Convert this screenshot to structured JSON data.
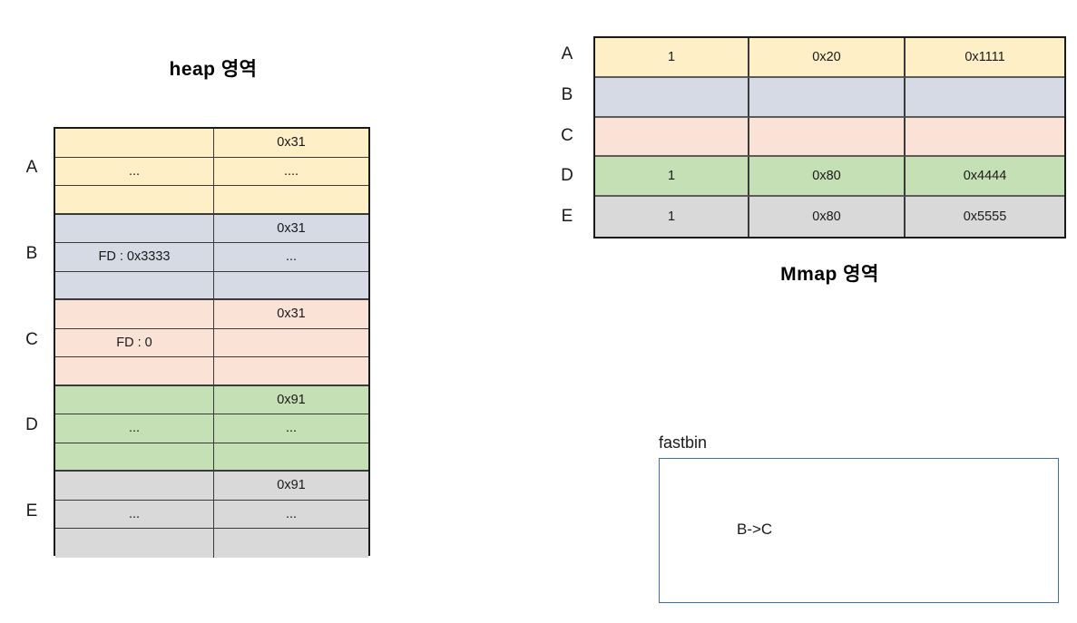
{
  "palette": {
    "yellow": "#FFEFC6",
    "blue_gray": "#D5DAE5",
    "pink": "#FAE3D6",
    "green": "#C5E0B4",
    "gray": "#D9D9D9",
    "border": "#3a3a3a",
    "fastbin_border": "#3a6ea5"
  },
  "heap": {
    "title": "heap 영역",
    "labels": [
      "A",
      "B",
      "C",
      "D",
      "E"
    ],
    "groups": [
      {
        "label": "A",
        "color": "yellow",
        "rows": [
          {
            "left": "",
            "right": "0x31"
          },
          {
            "left": "...",
            "right": "...."
          },
          {
            "left": "",
            "right": ""
          }
        ]
      },
      {
        "label": "B",
        "color": "blue_gray",
        "rows": [
          {
            "left": "",
            "right": "0x31"
          },
          {
            "left": "FD : 0x3333",
            "right": "..."
          },
          {
            "left": "",
            "right": ""
          }
        ]
      },
      {
        "label": "C",
        "color": "pink",
        "rows": [
          {
            "left": "",
            "right": "0x31"
          },
          {
            "left": "FD : 0",
            "right": ""
          },
          {
            "left": "",
            "right": ""
          }
        ]
      },
      {
        "label": "D",
        "color": "green",
        "rows": [
          {
            "left": "",
            "right": "0x91"
          },
          {
            "left": "...",
            "right": "..."
          },
          {
            "left": "",
            "right": ""
          }
        ]
      },
      {
        "label": "E",
        "color": "gray",
        "rows": [
          {
            "left": "",
            "right": "0x91"
          },
          {
            "left": "...",
            "right": "..."
          },
          {
            "left": "",
            "right": ""
          }
        ]
      }
    ]
  },
  "mmap": {
    "title": "Mmap 영역",
    "labels": [
      "A",
      "B",
      "C",
      "D",
      "E"
    ],
    "rows": [
      {
        "label": "A",
        "color": "yellow",
        "cells": [
          "1",
          "0x20",
          "0x1111"
        ]
      },
      {
        "label": "B",
        "color": "blue_gray",
        "cells": [
          "",
          "",
          ""
        ]
      },
      {
        "label": "C",
        "color": "pink",
        "cells": [
          "",
          "",
          ""
        ]
      },
      {
        "label": "D",
        "color": "green",
        "cells": [
          "1",
          "0x80",
          "0x4444"
        ]
      },
      {
        "label": "E",
        "color": "gray",
        "cells": [
          "1",
          "0x80",
          "0x5555"
        ]
      }
    ]
  },
  "fastbin": {
    "label": "fastbin",
    "content": "B->C"
  }
}
